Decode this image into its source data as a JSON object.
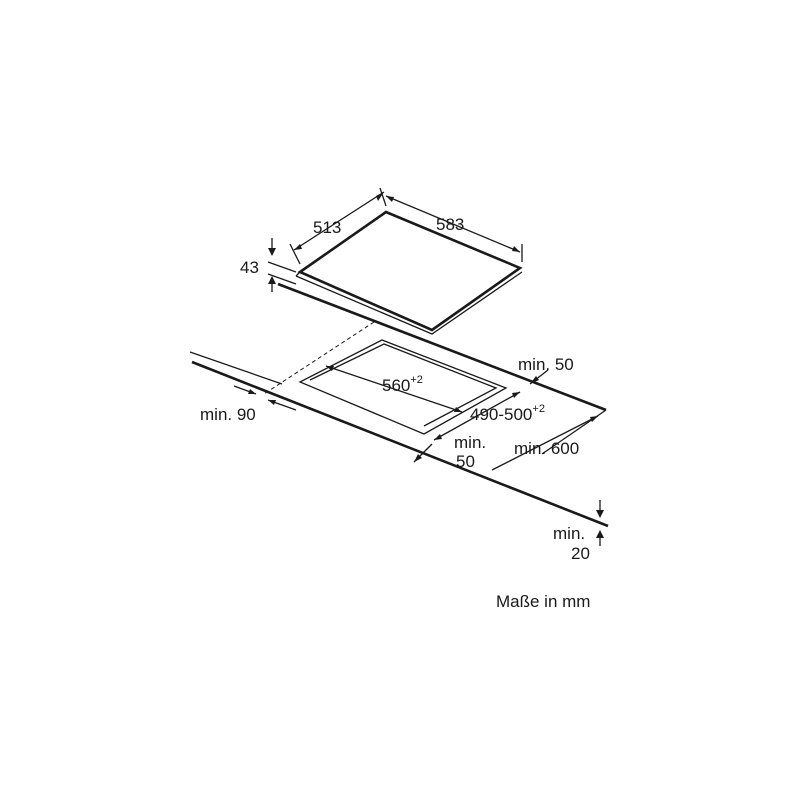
{
  "hob": {
    "width": "583",
    "depth": "513",
    "height": "43"
  },
  "cutout": {
    "width": "560",
    "width_tolerance": "+2",
    "depth": "490-500",
    "depth_tolerance": "+2"
  },
  "clearances": {
    "back": "min. 50",
    "left": "min. 90",
    "front_line1": "min.",
    "front_line2": "50",
    "worktop_depth": "min. 600",
    "worktop_thickness_line1": "min.",
    "worktop_thickness_line2": "20"
  },
  "caption": "Maße in mm"
}
